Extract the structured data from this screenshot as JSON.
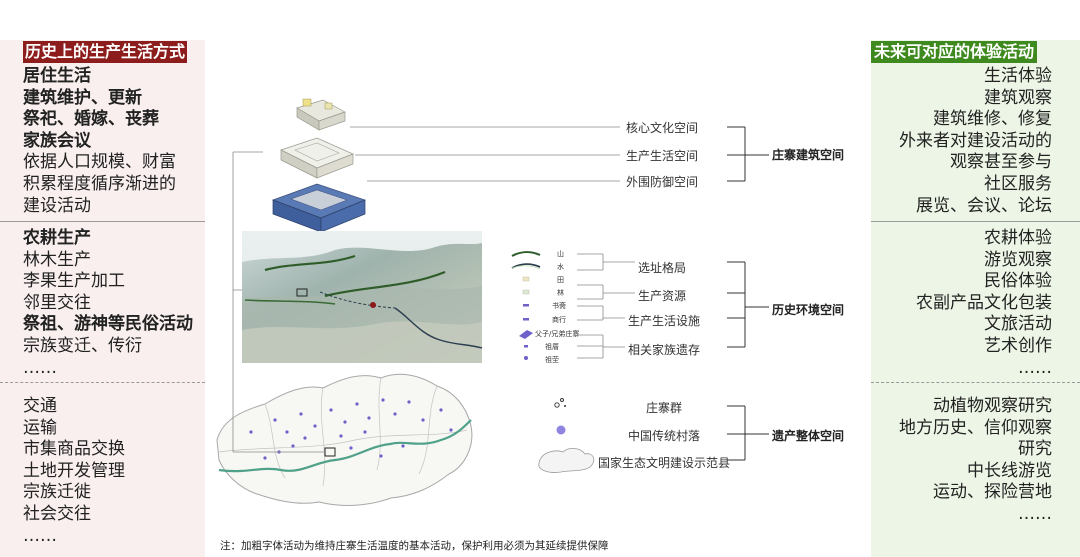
{
  "left": {
    "title": "历史上的生产生活方式",
    "group1": [
      {
        "text": "居住生活",
        "bold": true
      },
      {
        "text": "建筑维护、更新",
        "bold": true
      },
      {
        "text": "祭祀、婚嫁、丧葬",
        "bold": true
      },
      {
        "text": "家族会议",
        "bold": true
      },
      {
        "text": "依据人口规模、财富",
        "bold": false
      },
      {
        "text": "积累程度循序渐进的",
        "bold": false
      },
      {
        "text": "建设活动",
        "bold": false
      }
    ],
    "group2": [
      {
        "text": "农耕生产",
        "bold": true
      },
      {
        "text": "林木生产",
        "bold": false
      },
      {
        "text": "李果生产加工",
        "bold": false
      },
      {
        "text": "邻里交往",
        "bold": false
      },
      {
        "text": "祭祖、游神等民俗活动",
        "bold": true
      },
      {
        "text": "宗族变迁、传衍",
        "bold": false
      },
      {
        "text": "……",
        "bold": false
      }
    ],
    "group3": [
      {
        "text": "交通",
        "bold": false
      },
      {
        "text": "运输",
        "bold": false
      },
      {
        "text": "市集商品交换",
        "bold": false
      },
      {
        "text": "土地开发管理",
        "bold": false
      },
      {
        "text": "宗族迁徙",
        "bold": false
      },
      {
        "text": "社会交往",
        "bold": false
      },
      {
        "text": "……",
        "bold": false
      }
    ]
  },
  "right": {
    "title": "未来可对应的体验活动",
    "group1": [
      "生活体验",
      "建筑观察",
      "建筑维修、修复",
      "外来者对建设活动的",
      "观察甚至参与",
      "社区服务",
      "展览、会议、论坛"
    ],
    "group2": [
      "农耕体验",
      "游览观察",
      "民俗体验",
      "农副产品文化包装",
      "文旅活动",
      "艺术创作",
      "……"
    ],
    "group3": [
      "动植物观察研究",
      "地方历史、信仰观察",
      "研究",
      "中长线游览",
      "运动、探险营地",
      "……"
    ]
  },
  "center": {
    "building": {
      "layers": [
        "核心文化空间",
        "生产生活空间",
        "外围防御空间"
      ],
      "category": "庄寨建筑空间"
    },
    "environment": {
      "legend": [
        "山",
        "水",
        "田",
        "林",
        "书斋",
        "商行",
        "父子/兄弟庄寨",
        "祖厝",
        "祖茔"
      ],
      "groups": [
        "选址格局",
        "生产资源",
        "生产生活设施",
        "相关家族遗存"
      ],
      "category": "历史环境空间"
    },
    "heritage": {
      "items": [
        "庄寨群",
        "中国传统村落",
        "国家生态文明建设示范县"
      ],
      "category": "遗产整体空间"
    }
  },
  "footnote": "注：加粗字体活动为维持庄寨生活温度的基本活动，保护利用必须为其延续提供保障",
  "colors": {
    "left_header": "#8d1c1c",
    "right_header": "#3f8a1e",
    "left_panel": "#f8efee",
    "right_panel": "#edf6e6",
    "legend_purple": "#7b6fcf"
  }
}
